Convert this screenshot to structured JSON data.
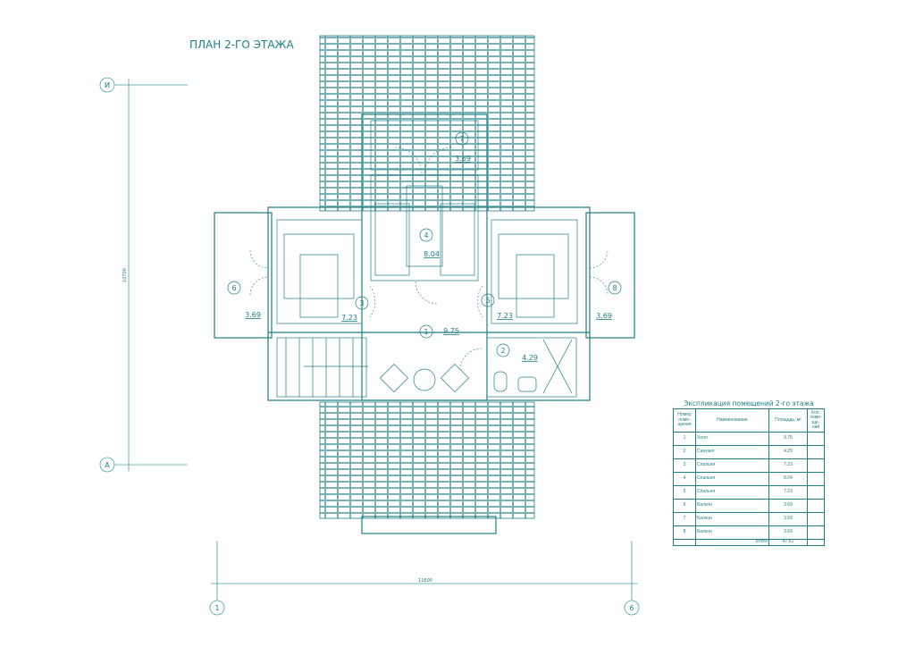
{
  "title": "ПЛАН 2-ГО ЭТАЖА",
  "axes": {
    "top": "И",
    "bottom": "А",
    "left": "1",
    "right": "6"
  },
  "dimensions": {
    "vertical": "10700",
    "horizontal": "11600"
  },
  "rooms": [
    {
      "number": "1",
      "area": "9.75"
    },
    {
      "number": "2",
      "area": "4.29"
    },
    {
      "number": "3",
      "area": "7.23"
    },
    {
      "number": "4",
      "area": "8.04"
    },
    {
      "number": "5",
      "area": "7.23"
    },
    {
      "number": "6",
      "area": "3.69"
    },
    {
      "number": "7",
      "area": "3.69"
    },
    {
      "number": "8",
      "area": "3.69"
    }
  ],
  "table": {
    "title": "Экспликация помещений 2-го этажа",
    "headers": [
      "Номер поме-щения",
      "Наименование",
      "Площадь, м²",
      "Кол. поме-ще-ний"
    ],
    "rows": [
      [
        "1",
        "Холл",
        "9.75"
      ],
      [
        "2",
        "Санузел",
        "4.29"
      ],
      [
        "3",
        "Спальня",
        "7.23"
      ],
      [
        "4",
        "Спальня",
        "8.04"
      ],
      [
        "5",
        "Спальня",
        "7.23"
      ],
      [
        "6",
        "Балкон",
        "3.69"
      ],
      [
        "7",
        "Балкон",
        "3.69"
      ],
      [
        "8",
        "Балкон",
        "3.69"
      ]
    ],
    "total_label": "Итого",
    "total_value": "47.61"
  }
}
